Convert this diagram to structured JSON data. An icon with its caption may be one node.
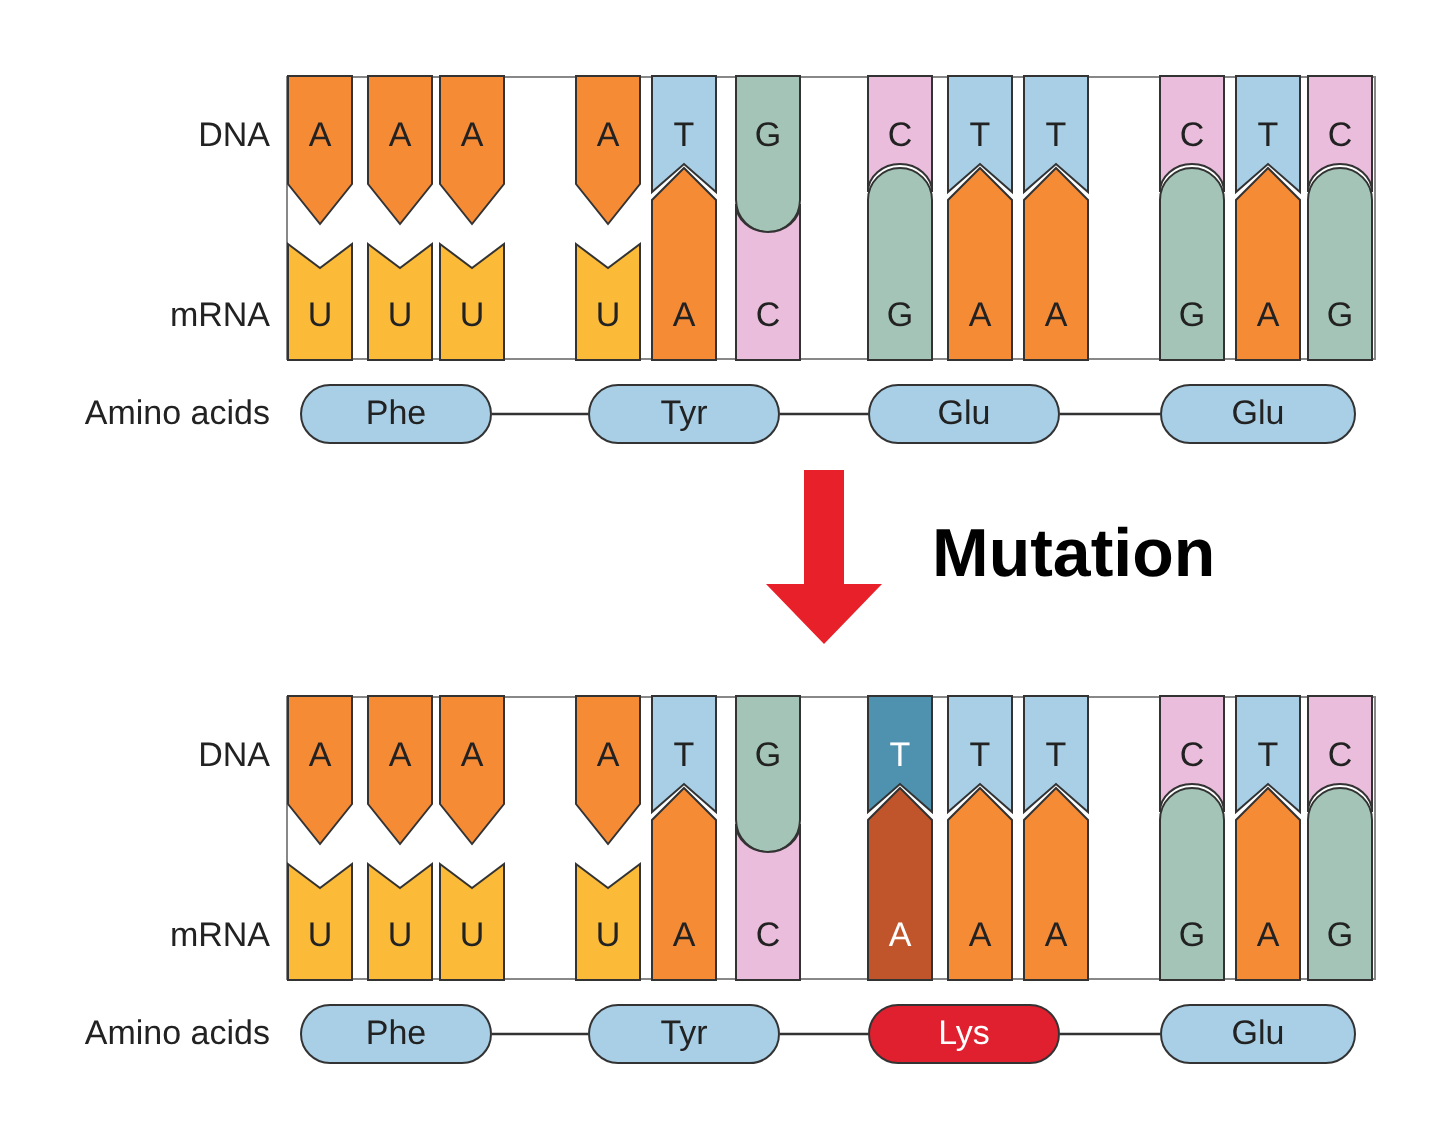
{
  "diagram": {
    "nodes": [
      {
        "text": [],
        "shape": "box"
      },
      {
        "text": [
          "A"
        ],
        "in": 0
      },
      {
        "text": [
          "A"
        ],
        "in": 0
      },
      {
        "text": [
          "A"
        ],
        "in": 0
      },
      {
        "text": [
          "A"
        ],
        "in": 0
      },
      {
        "text": [
          "T"
        ],
        "in": 0
      },
      {
        "text": [
          "G"
        ],
        "in": 0
      },
      {
        "text": [
          "C"
        ],
        "in": 0
      },
      {
        "text": [
          "T"
        ],
        "in": 0
      },
      {
        "text": [
          "T"
        ],
        "in": 0
      },
      {
        "text": [
          "C"
        ],
        "in": 0
      },
      {
        "text": [
          "T"
        ],
        "in": 0
      },
      {
        "text": [
          "C"
        ],
        "in": 0
      },
      {
        "text": [
          "U"
        ],
        "in": 0
      },
      {
        "text": [
          "U"
        ],
        "in": 0
      },
      {
        "text": [
          "U"
        ],
        "in": 0
      },
      {
        "text": [
          "U"
        ],
        "in": 0
      },
      {
        "text": [
          "A"
        ],
        "in": 0
      },
      {
        "text": [
          "C"
        ],
        "in": 0
      },
      {
        "text": [
          "G"
        ],
        "in": 0
      },
      {
        "text": [
          "A"
        ],
        "in": 0
      },
      {
        "text": [
          "A"
        ],
        "in": 0
      },
      {
        "text": [
          "G"
        ],
        "in": 0
      },
      {
        "text": [
          "A"
        ],
        "in": 0
      },
      {
        "text": [
          "G"
        ],
        "in": 0
      },
      {
        "text": [
          "Phe"
        ]
      },
      {
        "text": [
          "Tyr"
        ]
      },
      {
        "text": [
          "Glu"
        ]
      },
      {
        "text": [
          "Glu"
        ]
      },
      {
        "text": [],
        "shape": "box"
      },
      {
        "text": [
          "A"
        ],
        "in": 29
      },
      {
        "text": [
          "A"
        ],
        "in": 29
      },
      {
        "text": [
          "A"
        ],
        "in": 29
      },
      {
        "text": [
          "A"
        ],
        "in": 29
      },
      {
        "text": [
          "T"
        ],
        "in": 29
      },
      {
        "text": [
          "G"
        ],
        "in": 29
      },
      {
        "text": [
          "T"
        ],
        "in": 29
      },
      {
        "text": [
          "T"
        ],
        "in": 29
      },
      {
        "text": [
          "T"
        ],
        "in": 29
      },
      {
        "text": [
          "C"
        ],
        "in": 29
      },
      {
        "text": [
          "T"
        ],
        "in": 29
      },
      {
        "text": [
          "C"
        ],
        "in": 29
      },
      {
        "text": [
          "U"
        ],
        "in": 29
      },
      {
        "text": [
          "U"
        ],
        "in": 29
      },
      {
        "text": [
          "U"
        ],
        "in": 29
      },
      {
        "text": [
          "U"
        ],
        "in": 29
      },
      {
        "text": [
          "A"
        ],
        "in": 29
      },
      {
        "text": [
          "C"
        ],
        "in": 29
      },
      {
        "text": [
          "A"
        ],
        "in": 29
      },
      {
        "text": [
          "A"
        ],
        "in": 29
      },
      {
        "text": [
          "A"
        ],
        "in": 29
      },
      {
        "text": [
          "G"
        ],
        "in": 29
      },
      {
        "text": [
          "A"
        ],
        "in": 29
      },
      {
        "text": [
          "G"
        ],
        "in": 29
      },
      {
        "text": [
          "Phe"
        ]
      },
      {
        "text": [
          "Tyr"
        ]
      },
      {
        "text": [
          "Lys"
        ]
      },
      {
        "text": [
          "Glu"
        ]
      }
    ],
    "edges": [
      {
        "from": 25,
        "to": 26,
        "arrow": "none"
      },
      {
        "from": 26,
        "to": 27,
        "arrow": "none"
      },
      {
        "from": 27,
        "to": 28,
        "arrow": "none"
      },
      {
        "from": 0,
        "to": 29,
        "arrow": "to",
        "style": "thick",
        "color": "#e8202a"
      },
      {
        "from": 54,
        "to": 55,
        "arrow": "none"
      },
      {
        "from": 55,
        "to": 56,
        "arrow": "none"
      },
      {
        "from": 56,
        "to": 57,
        "arrow": "none"
      }
    ],
    "labels": [
      "DNA",
      "mRNA",
      "Amino acids",
      "Mutation",
      "DNA",
      "mRNA",
      "Amino acids"
    ]
  }
}
